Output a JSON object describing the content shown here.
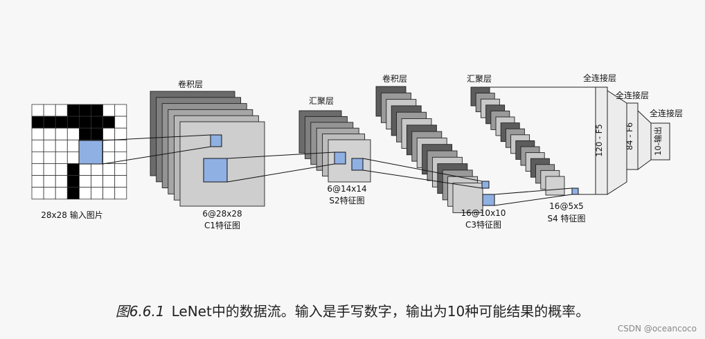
{
  "colors": {
    "background": "#f7f7f8",
    "stroke": "#222222",
    "highlight_blue": "#8fb0e3",
    "dark_blue": "#2d4f80",
    "layer_fill_light": "#cfcfcf",
    "layer_fill_dark": "#5e5e5e",
    "fc_fill": "#ececec"
  },
  "input": {
    "label": "28x28 输入图片",
    "grid_size": 8,
    "black_cells": [
      [
        0,
        3
      ],
      [
        0,
        4
      ],
      [
        0,
        5
      ],
      [
        1,
        0
      ],
      [
        1,
        1
      ],
      [
        1,
        2
      ],
      [
        1,
        3
      ],
      [
        1,
        4
      ],
      [
        1,
        5
      ],
      [
        1,
        6
      ],
      [
        2,
        4
      ],
      [
        2,
        5
      ],
      [
        3,
        4
      ],
      [
        4,
        4
      ],
      [
        5,
        3
      ],
      [
        6,
        3
      ],
      [
        7,
        3
      ]
    ],
    "light_blue_cells": [
      [
        3,
        5
      ],
      [
        4,
        5
      ]
    ],
    "dark_blue_cells": [
      [
        3,
        4
      ],
      [
        4,
        4
      ]
    ]
  },
  "c1": {
    "title": "卷积层",
    "size": "6@28x28",
    "name": "C1特征图",
    "stack_count": 6
  },
  "s2": {
    "title": "汇聚层",
    "size": "6@14x14",
    "name": "S2特征图",
    "stack_count": 6
  },
  "c3": {
    "title": "卷积层",
    "size": "16@10x10",
    "name": "C3特征图",
    "stack_count": 16
  },
  "s4": {
    "title": "汇聚层",
    "size": "16@5x5",
    "name": "S4 特征图",
    "stack_count": 16
  },
  "f5": {
    "title": "全连接层",
    "text": "120 - F5"
  },
  "f6": {
    "title": "全连接层",
    "text": "84 - F6"
  },
  "out": {
    "title": "全连接层",
    "text": "10-输出"
  },
  "caption": {
    "figure_no": "图6.6.1",
    "text": "LeNet中的数据流。输入是手写数字，输出为10种可能结果的概率。"
  },
  "watermark": "CSDN @oceancoco"
}
